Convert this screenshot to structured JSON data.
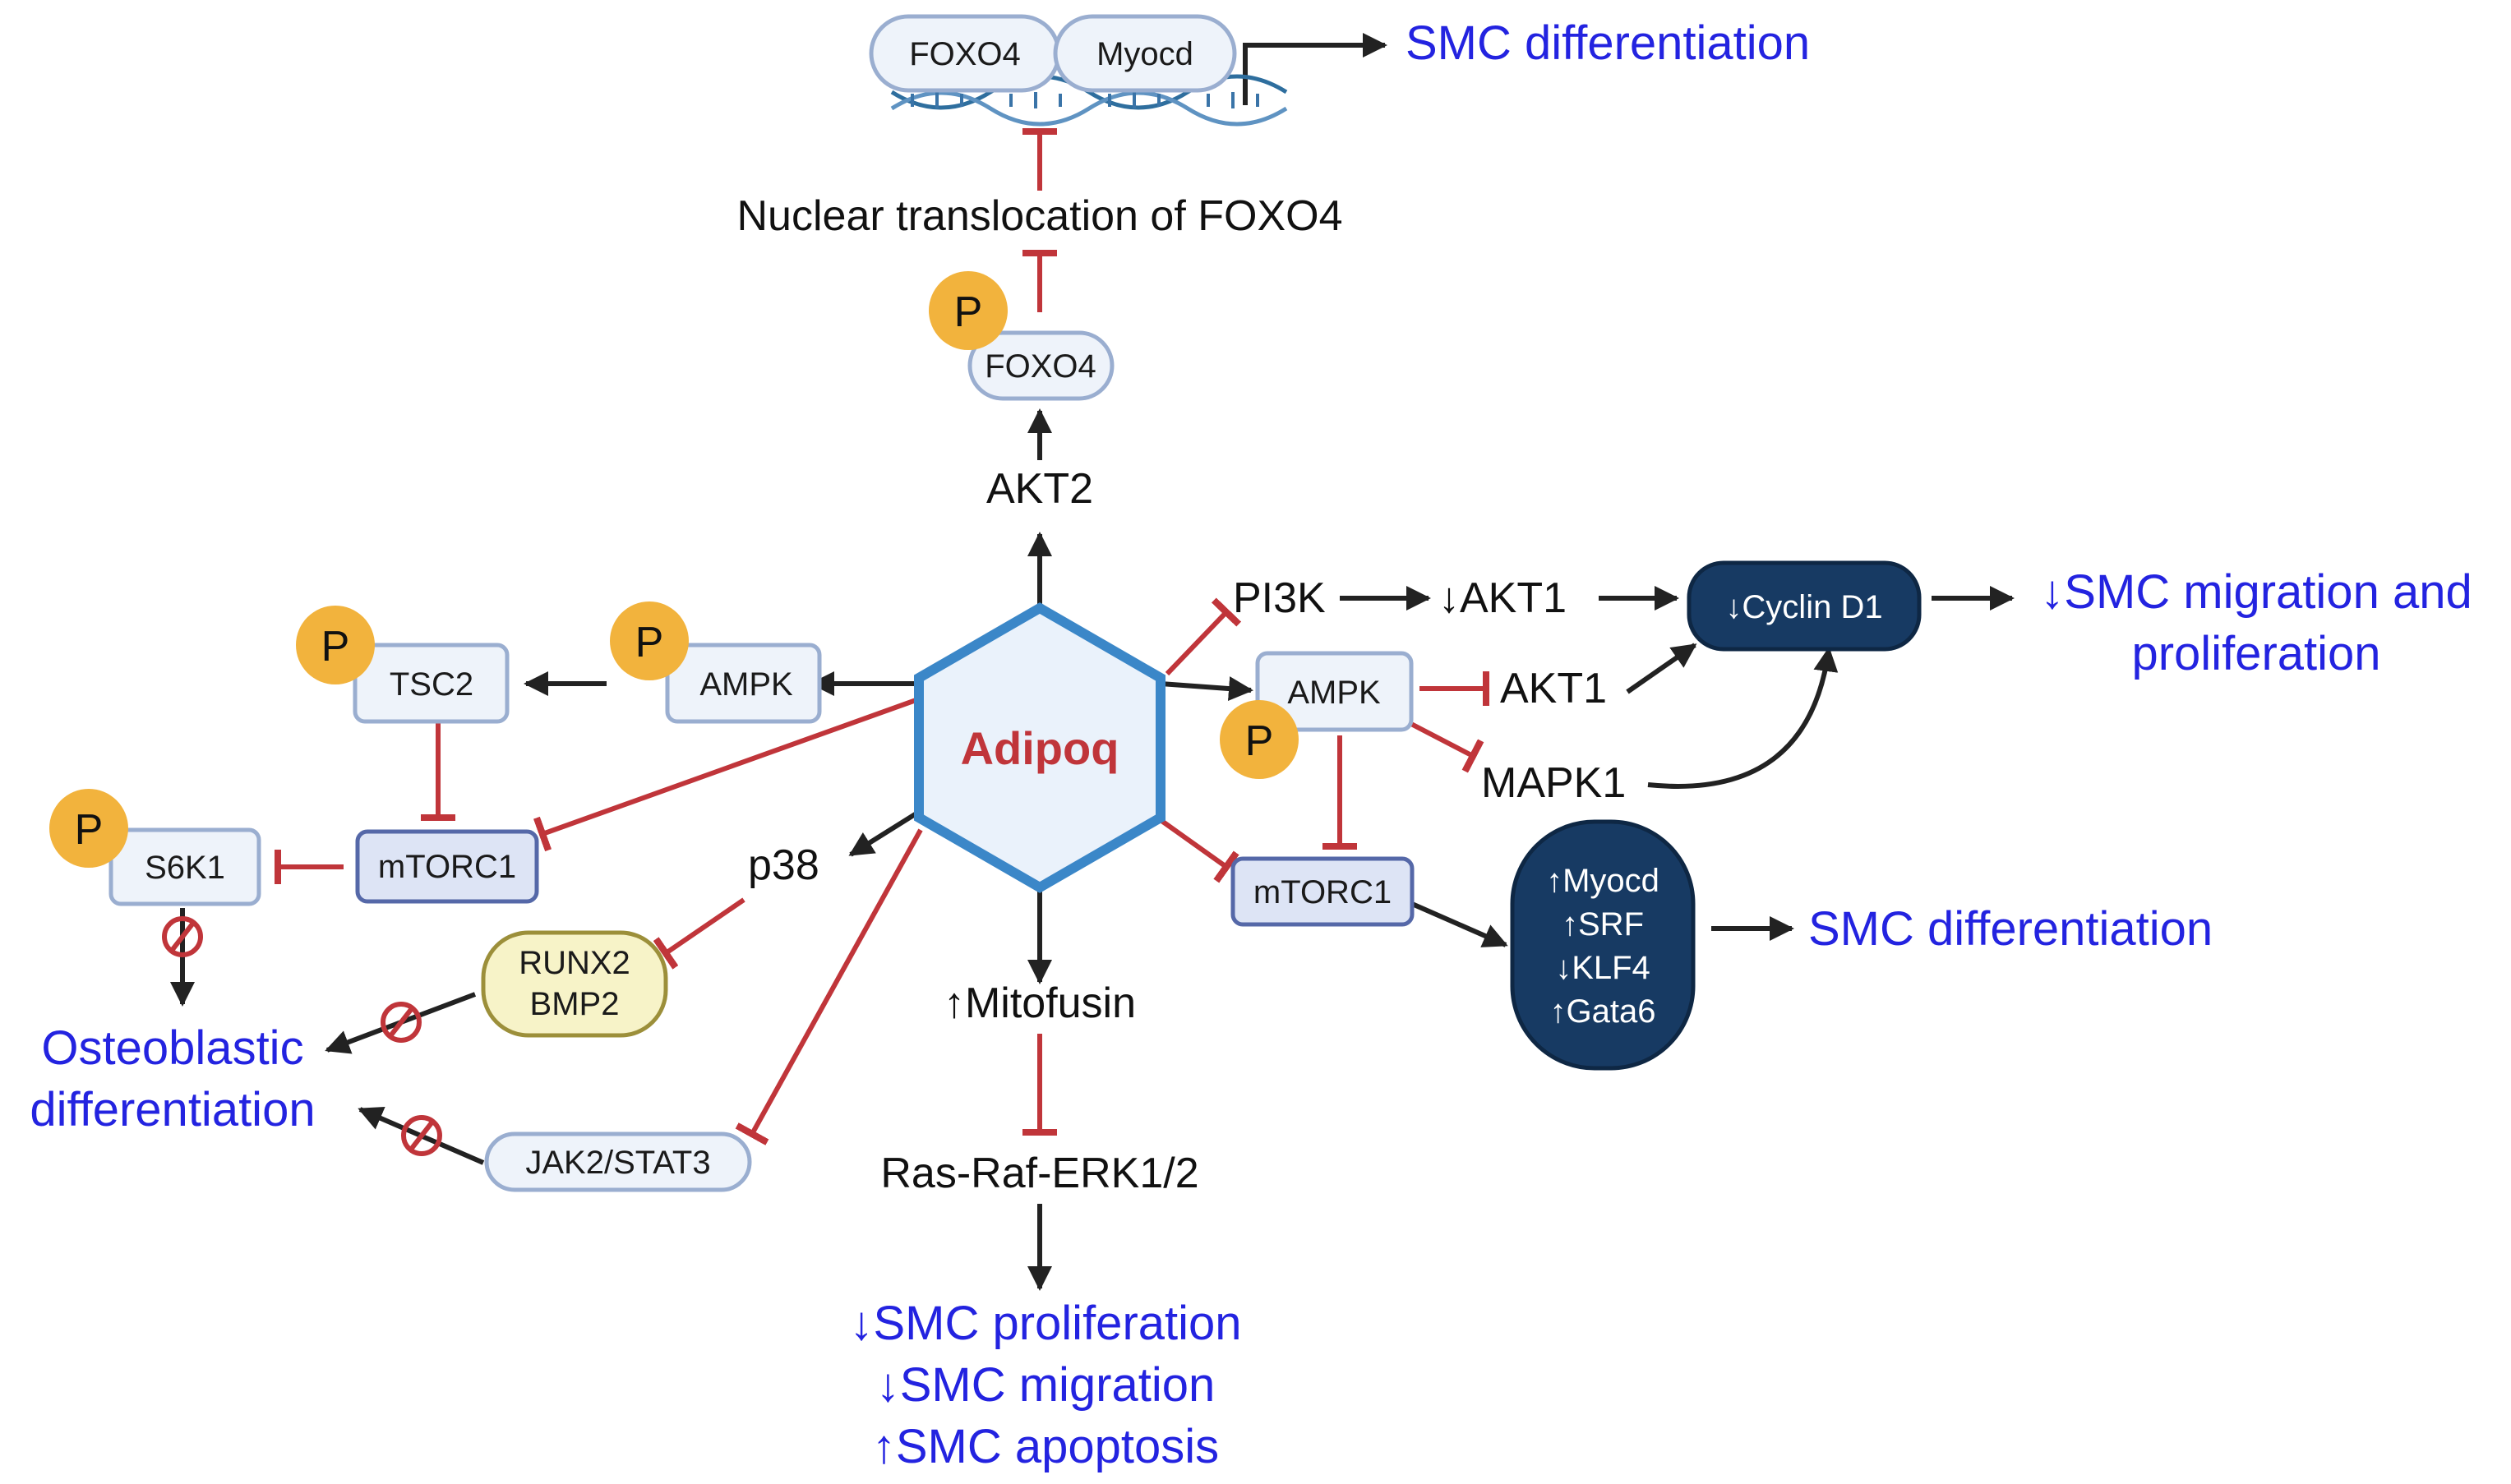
{
  "center": {
    "label": "Adipoq"
  },
  "phospho_label": "P",
  "nodes": {
    "foxo4_top": "FOXO4",
    "myocd_top": "Myocd",
    "foxo4_p": "FOXO4",
    "tsc2": "TSC2",
    "ampk_left": "AMPK",
    "ampk_right": "AMPK",
    "s6k1": "S6K1",
    "mtorc1_left": "mTORC1",
    "mtorc1_right": "mTORC1",
    "runx2": "RUNX2",
    "bmp2": "BMP2",
    "jak2": "JAK2/STAT3",
    "cyclin": "↓Cyclin D1",
    "dark_lines": [
      "↑Myocd",
      "↑SRF",
      "↓KLF4",
      "↑Gata6"
    ]
  },
  "labels": {
    "nuclear": "Nuclear translocation of FOXO4",
    "akt2": "AKT2",
    "pi3k": "PI3K",
    "akt1_down": "↓AKT1",
    "akt1": "AKT1",
    "mapk1": "MAPK1",
    "p38": "p38",
    "mitofusin": "↑Mitofusin",
    "ras": "Ras-Raf-ERK1/2"
  },
  "outcomes": {
    "smc_diff_top": "SMC differentiation",
    "migration_l1": "↓SMC migration and",
    "migration_l2": "proliferation",
    "smc_diff_right": "SMC differentiation",
    "osteo_l1": "Osteoblastic",
    "osteo_l2": "differentiation",
    "bottom_l1": "↓SMC proliferation",
    "bottom_l2": "↓SMC migration",
    "bottom_l3": "↑SMC apoptosis"
  },
  "colors": {
    "activation": "#222222",
    "inhibition": "#c0353a",
    "outcome_text": "#2323e0",
    "phospho_circle": "#f2b33d",
    "hexagon_border": "#3b87c8",
    "hexagon_fill": "#eaf2fb",
    "node_border": "#9aaed0",
    "node_fill": "#eef3fa",
    "dark_node": "#173a63",
    "runx2_fill": "#f7f3c8",
    "runx2_border": "#9c8f3a"
  }
}
